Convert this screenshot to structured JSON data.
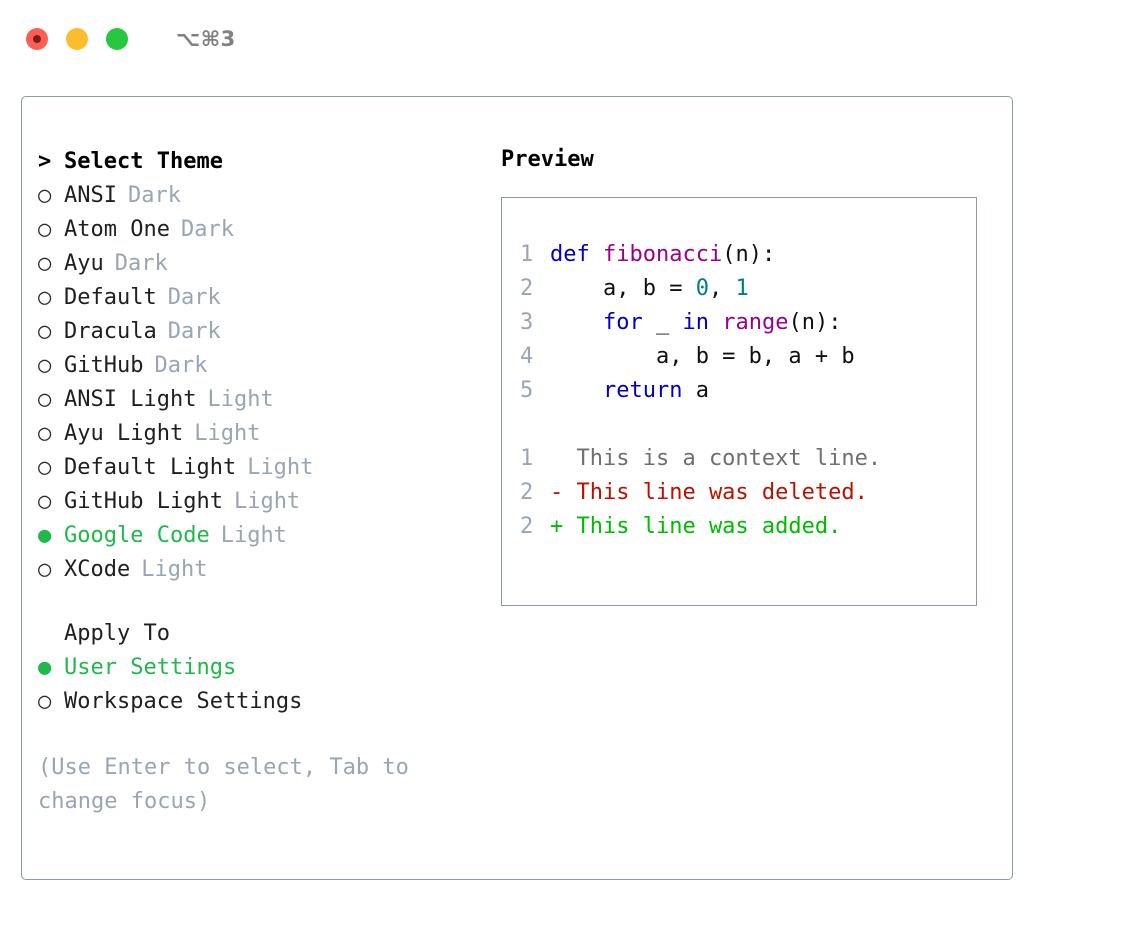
{
  "titlebar": {
    "shortcut": "⌥⌘3",
    "buttons": [
      {
        "name": "close",
        "color": "#fa5f56"
      },
      {
        "name": "minimize",
        "color": "#fbbd2e"
      },
      {
        "name": "maximize",
        "color": "#27c83f"
      }
    ]
  },
  "colors": {
    "accent_green": "#1fb94a",
    "border": "#8d99ab",
    "muted": "#9aa5b4",
    "keyword": "#0000c4",
    "function": "#99008e",
    "number": "#007f7f",
    "diff_context": "#6f6f6f",
    "diff_deleted": "#bb1100",
    "diff_added": "#00bb00"
  },
  "theme_list": {
    "header": {
      "marker": ">",
      "label": "Select Theme"
    },
    "items": [
      {
        "marker": "○",
        "label": "ANSI",
        "tag": "Dark",
        "selected": false
      },
      {
        "marker": "○",
        "label": "Atom One",
        "tag": "Dark",
        "selected": false
      },
      {
        "marker": "○",
        "label": "Ayu",
        "tag": "Dark",
        "selected": false
      },
      {
        "marker": "○",
        "label": "Default",
        "tag": "Dark",
        "selected": false
      },
      {
        "marker": "○",
        "label": "Dracula",
        "tag": "Dark",
        "selected": false
      },
      {
        "marker": "○",
        "label": "GitHub",
        "tag": "Dark",
        "selected": false
      },
      {
        "marker": "○",
        "label": "ANSI Light",
        "tag": "Light",
        "selected": false
      },
      {
        "marker": "○",
        "label": "Ayu Light",
        "tag": "Light",
        "selected": false
      },
      {
        "marker": "○",
        "label": "Default Light",
        "tag": "Light",
        "selected": false
      },
      {
        "marker": "○",
        "label": "GitHub Light",
        "tag": "Light",
        "selected": false
      },
      {
        "marker": "●",
        "label": "Google Code",
        "tag": "Light",
        "selected": true
      },
      {
        "marker": "○",
        "label": "XCode",
        "tag": "Light",
        "selected": false
      }
    ]
  },
  "apply_to": {
    "header": {
      "marker": " ",
      "label": "Apply To"
    },
    "items": [
      {
        "marker": "●",
        "label": "User Settings",
        "selected": true
      },
      {
        "marker": "○",
        "label": "Workspace Settings",
        "selected": false
      }
    ]
  },
  "hint": "(Use Enter to select, Tab to change focus)",
  "preview": {
    "title": "Preview",
    "code_lines": [
      {
        "number": "1",
        "tokens": [
          {
            "text": "def ",
            "kind": "kw"
          },
          {
            "text": "fibonacci",
            "kind": "fn"
          },
          {
            "text": "(n):",
            "kind": "pl"
          }
        ]
      },
      {
        "number": "2",
        "tokens": [
          {
            "text": "    a, b = ",
            "kind": "pl"
          },
          {
            "text": "0",
            "kind": "num"
          },
          {
            "text": ", ",
            "kind": "pl"
          },
          {
            "text": "1",
            "kind": "num"
          }
        ]
      },
      {
        "number": "3",
        "tokens": [
          {
            "text": "    ",
            "kind": "pl"
          },
          {
            "text": "for",
            "kind": "kw"
          },
          {
            "text": " _ ",
            "kind": "pl"
          },
          {
            "text": "in",
            "kind": "kw"
          },
          {
            "text": " ",
            "kind": "pl"
          },
          {
            "text": "range",
            "kind": "fn"
          },
          {
            "text": "(n):",
            "kind": "pl"
          }
        ]
      },
      {
        "number": "4",
        "tokens": [
          {
            "text": "        a, b = b, a + b",
            "kind": "pl"
          }
        ]
      },
      {
        "number": "5",
        "tokens": [
          {
            "text": "    ",
            "kind": "pl"
          },
          {
            "text": "return",
            "kind": "kw"
          },
          {
            "text": " a",
            "kind": "pl"
          }
        ]
      }
    ],
    "diff_lines": [
      {
        "number": "1",
        "text": "  This is a context line.",
        "kind": "ctx"
      },
      {
        "number": "2",
        "text": "- This line was deleted.",
        "kind": "del"
      },
      {
        "number": "2",
        "text": "+ This line was added.",
        "kind": "add"
      }
    ]
  }
}
